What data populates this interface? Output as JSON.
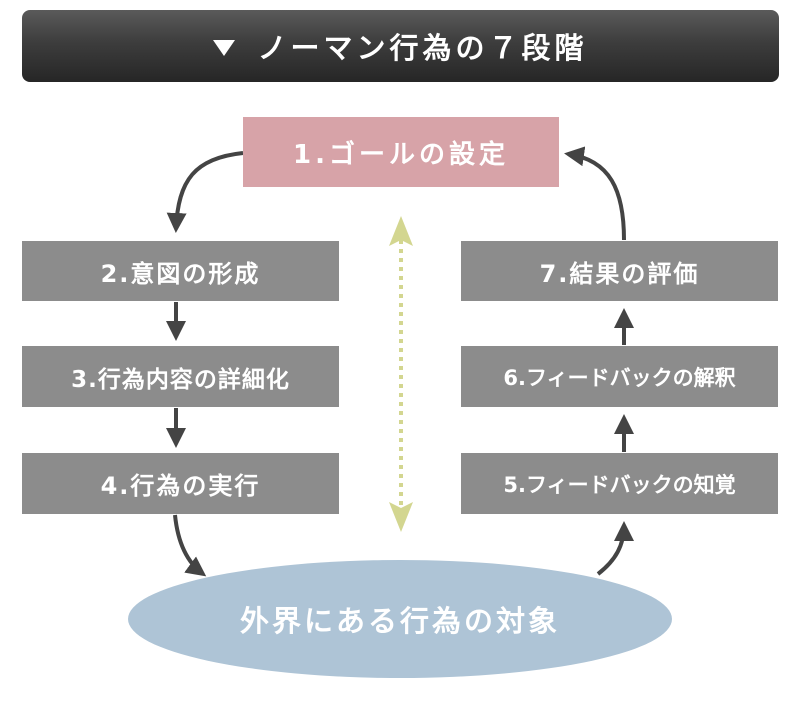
{
  "header": {
    "title": "ノーマン行為の７段階",
    "icon": "triangle-down-icon"
  },
  "stages": {
    "goal": "1.ゴールの設定",
    "intention": "2.意図の形成",
    "specification": "3.行為内容の詳細化",
    "execution": "4.行為の実行",
    "perception": "5.フィードバックの知覚",
    "interpretation": "6.フィードバックの解釈",
    "evaluation": "7.結果の評価"
  },
  "world": {
    "label": "外界にある行為の対象"
  },
  "colors": {
    "header_bg": "#333333",
    "goal_box": "#d7a3a8",
    "stage_box": "#8c8c8c",
    "world_ellipse": "#aec4d6",
    "arrow": "#444444",
    "dotted_arrow": "#d3d690"
  }
}
